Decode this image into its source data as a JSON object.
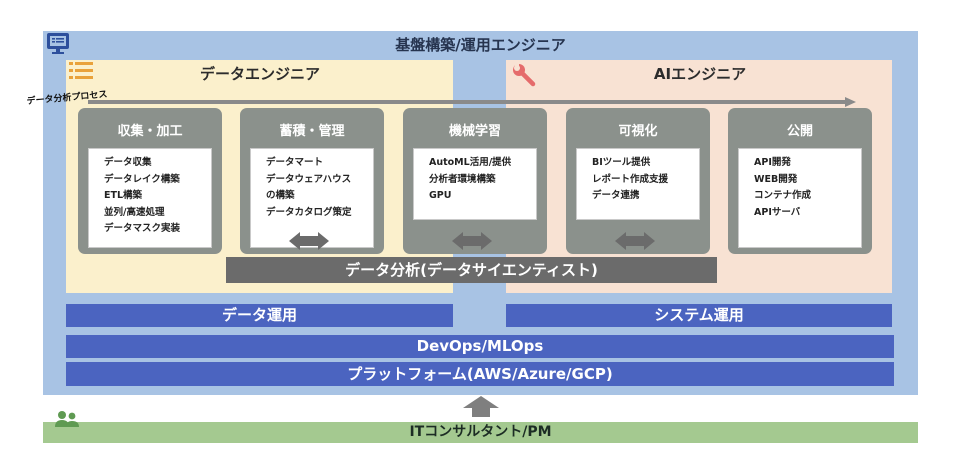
{
  "diagram": {
    "outer_title": "基盤構築/運用エンジニア",
    "data_engineer_title": "データエンジニア",
    "ai_engineer_title": "AIエンジニア",
    "process_label": "データ分析プロセス",
    "stages": [
      {
        "title": "収集・加工",
        "items": [
          "データ収集",
          "データレイク構築",
          "ETL構築",
          "並列/高速処理",
          "データマスク実装"
        ]
      },
      {
        "title": "蓄積・管理",
        "items": [
          "データマート",
          "データウェアハウス",
          "の構築",
          "データカタログ策定"
        ]
      },
      {
        "title": "機械学習",
        "items": [
          "AutoML活用/提供",
          "分析者環境構築",
          "GPU"
        ]
      },
      {
        "title": "可視化",
        "items": [
          "BIツール提供",
          "レポート作成支援",
          "データ連携"
        ]
      },
      {
        "title": "公開",
        "items": [
          "API開発",
          "WEB開発",
          "コンテナ作成",
          "APIサーバ"
        ]
      }
    ],
    "analysis_bar": "データ分析(データサイエンティスト)",
    "data_ops": "データ運用",
    "system_ops": "システム運用",
    "devops": "DevOps/MLOps",
    "platform": "プラットフォーム(AWS/Azure/GCP)",
    "it_consultant": "ITコンサルタント/PM",
    "colors": {
      "outer": "#a8c3e4",
      "data_zone": "#fbf0cc",
      "ai_zone": "#f8e2d3",
      "stage": "#8b918c",
      "blue_bar": "#4b64c0",
      "green_bar": "#a4c990",
      "accent_icon": "#e56b6b"
    },
    "icons": [
      "presentation-icon",
      "list-icon",
      "wrench-icon",
      "people-icon"
    ]
  }
}
